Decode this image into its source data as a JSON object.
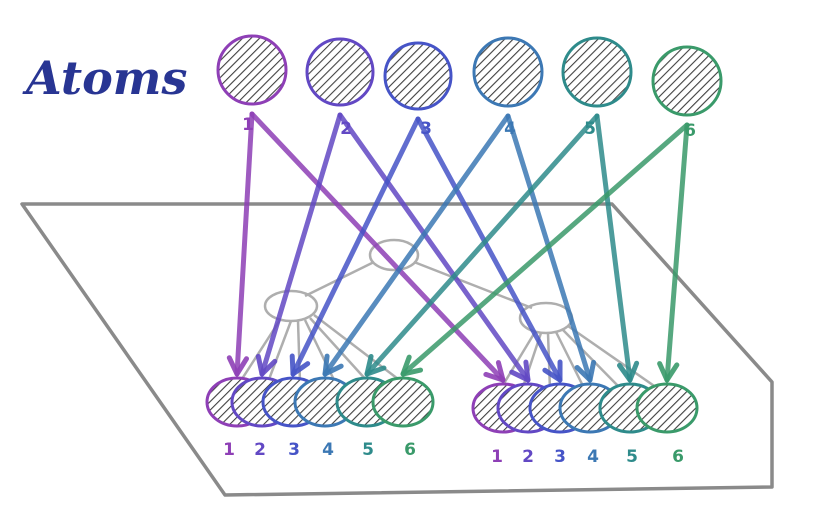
{
  "title": "Atoms",
  "atoms": [
    {
      "label": "1",
      "color": "#8e3fb6"
    },
    {
      "label": "2",
      "color": "#6248c4"
    },
    {
      "label": "3",
      "color": "#4654c7"
    },
    {
      "label": "4",
      "color": "#3c78b4"
    },
    {
      "label": "5",
      "color": "#2e8b8b"
    },
    {
      "label": "6",
      "color": "#3a9a6a"
    }
  ],
  "groups": [
    {
      "labels": [
        "1",
        "2",
        "3",
        "4",
        "5",
        "6"
      ]
    },
    {
      "labels": [
        "1",
        "2",
        "3",
        "4",
        "5",
        "6"
      ]
    }
  ]
}
